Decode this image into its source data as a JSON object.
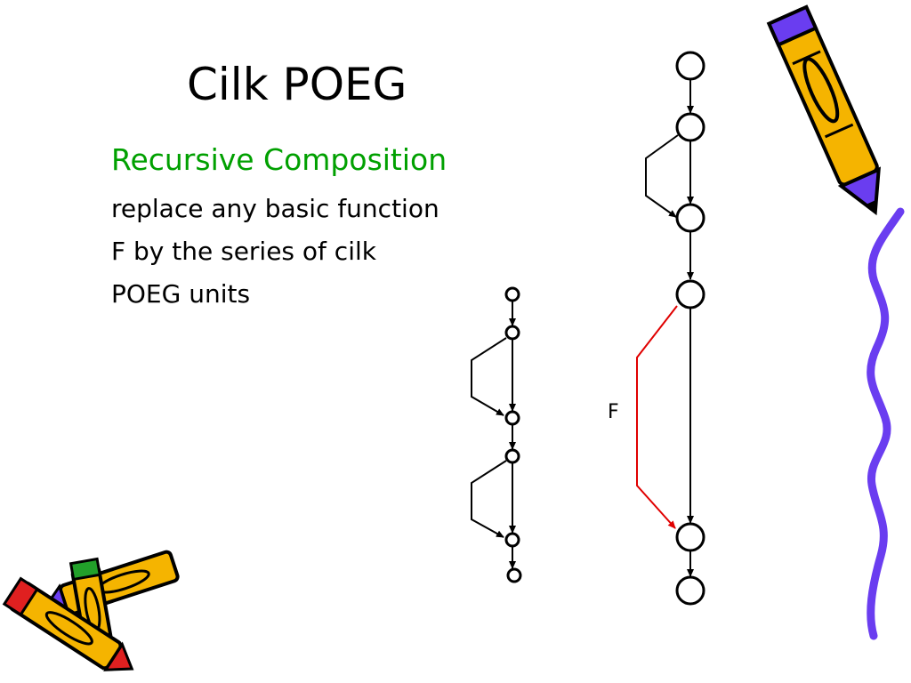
{
  "slide": {
    "title": "Cilk POEG",
    "subtitle": "Recursive Composition",
    "body_lines": [
      "replace any basic function",
      "F by the series of cilk",
      "POEG units"
    ]
  },
  "diagram": {
    "function_label": "F"
  },
  "colors": {
    "subtitle": "#00a000",
    "function_edge": "#e00000",
    "squiggle": "#6a3df0",
    "pencil_orange": "#f5b400",
    "pencil_purple": "#6a3df0",
    "pencil_red": "#e02020",
    "pencil_green": "#22a02a"
  },
  "clipart": [
    "pencil-icon",
    "pencils-icon",
    "squiggle-border"
  ]
}
